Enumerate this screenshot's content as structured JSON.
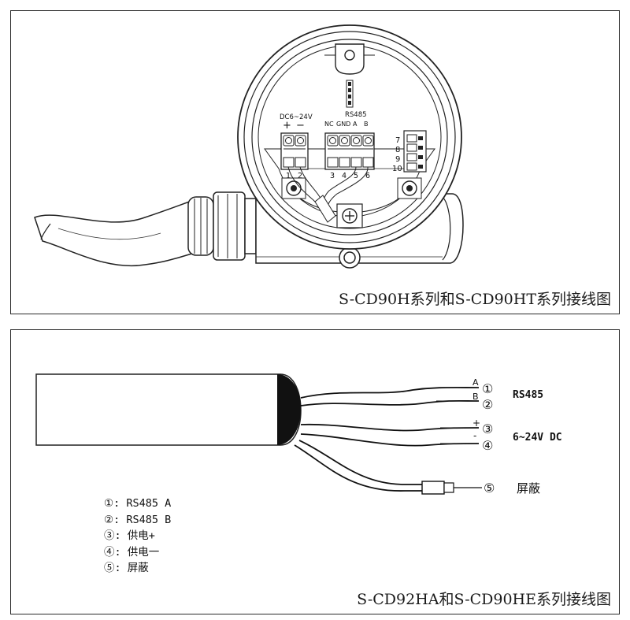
{
  "top_panel": {
    "caption": "S-CD90H系列和S-CD90HT系列接线图",
    "power_label": "DC6~24V",
    "power_plus": "+",
    "power_minus": "−",
    "rs485_label": "RS485",
    "rs485_pins": [
      "NC",
      "GND",
      "A",
      "B"
    ],
    "terminal_numbers": [
      "1",
      "2",
      "3",
      "4",
      "5",
      "6"
    ],
    "side_connector_numbers": [
      "7",
      "8",
      "9",
      "10"
    ]
  },
  "bottom_panel": {
    "caption": "S-CD92HA和S-CD90HE系列接线图",
    "wire_markers": [
      "①",
      "②",
      "③",
      "④",
      "⑤"
    ],
    "wire_tags": {
      "a": "A",
      "b": "B",
      "plus": "+",
      "minus": "-"
    },
    "group_labels": {
      "rs485": "RS485",
      "power": "6~24V DC",
      "shield": "屏蔽"
    },
    "legend": [
      "①: RS485 A",
      "②: RS485 B",
      "③: 供电+",
      "④: 供电一",
      "⑤: 屏蔽"
    ]
  }
}
